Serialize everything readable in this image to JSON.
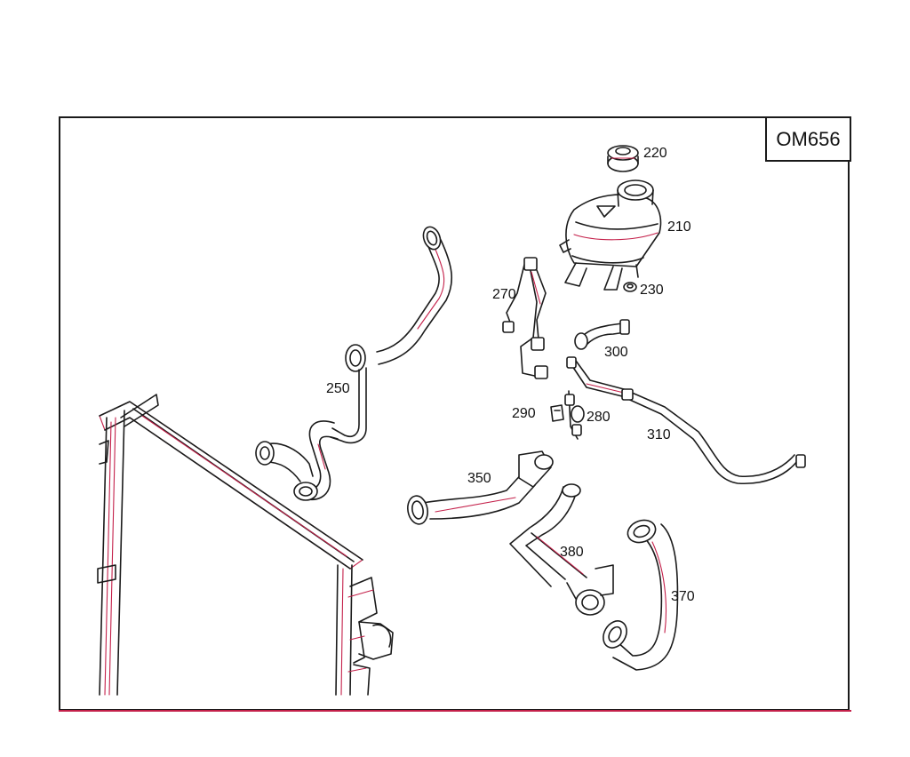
{
  "engine_code": "OM656",
  "colors": {
    "outline": "#1b1b1b",
    "accent": "#c4204a",
    "background": "#ffffff"
  },
  "parts": [
    {
      "number": "220",
      "name": "cap"
    },
    {
      "number": "210",
      "name": "expansion-tank"
    },
    {
      "number": "230",
      "name": "seal"
    },
    {
      "number": "270",
      "name": "line-bundle"
    },
    {
      "number": "250",
      "name": "upper-hose"
    },
    {
      "number": "300",
      "name": "small-hose"
    },
    {
      "number": "290",
      "name": "clip"
    },
    {
      "number": "280",
      "name": "valve"
    },
    {
      "number": "310",
      "name": "bleed-line"
    },
    {
      "number": "350",
      "name": "lower-hose"
    },
    {
      "number": "380",
      "name": "hose-with-bracket"
    },
    {
      "number": "370",
      "name": "bottom-hose"
    }
  ]
}
